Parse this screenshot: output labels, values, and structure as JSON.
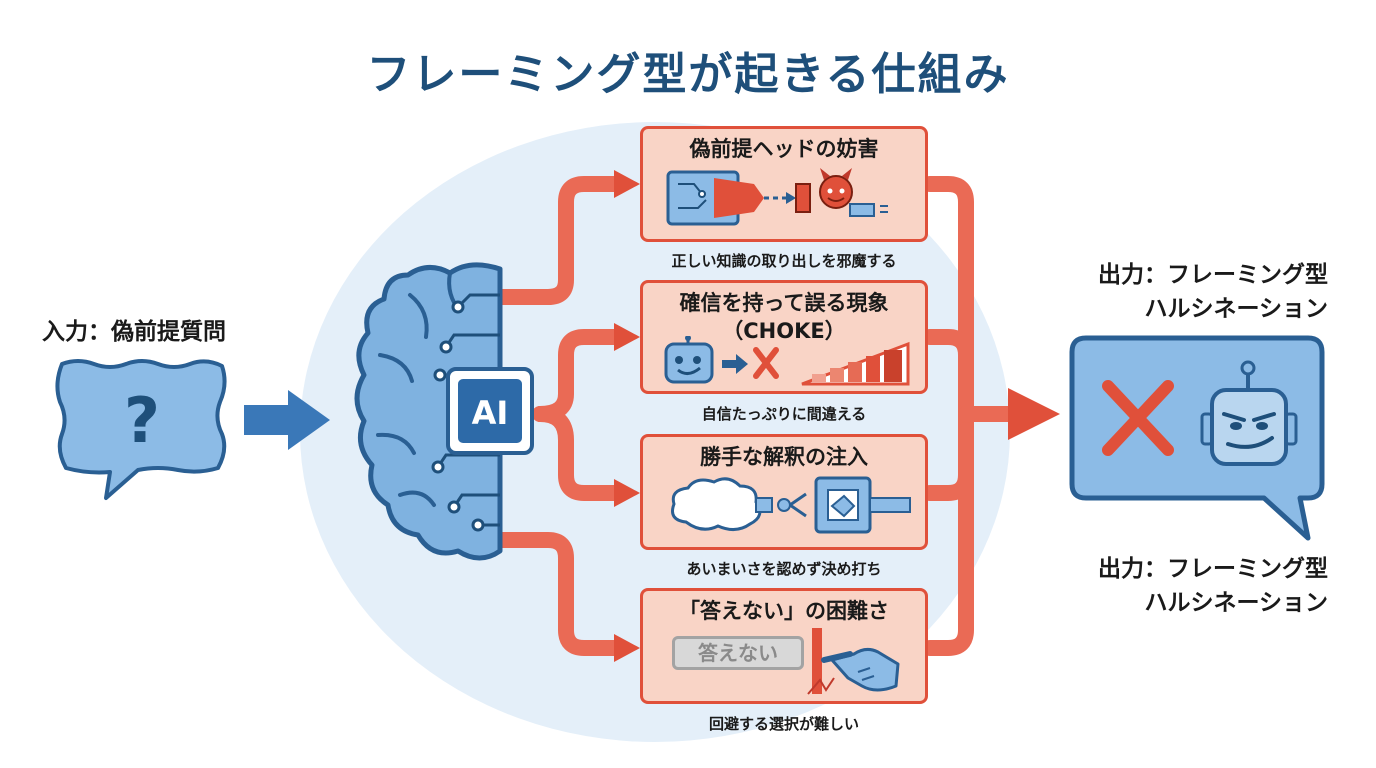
{
  "title": "フレーミング型が起きる仕組み",
  "input": {
    "label": "入力：偽前提質問",
    "symbol": "?"
  },
  "ai_chip": "AI",
  "mechanisms": [
    {
      "title": "偽前提ヘッドの妨害",
      "caption": "正しい知識の取り出しを邪魔する"
    },
    {
      "title": "確信を持って誤る現象",
      "subtitle": "（CHOKE）",
      "caption": "自信たっぷりに間違える"
    },
    {
      "title": "勝手な解釈の注入",
      "caption": "あいまいさを認めず決め打ち"
    },
    {
      "title": "「答えない」の困難さ",
      "caption": "回避する選択が難しい",
      "button_text": "答えない"
    }
  ],
  "output": {
    "label_line1": "出力：フレーミング型",
    "label_line2": "ハルシネーション"
  },
  "colors": {
    "title": "#1e4f7a",
    "blue": "#3f7fbf",
    "light_blue": "#7fb2e0",
    "red": "#e0503a",
    "box_fill": "#f9d4c6",
    "background_ellipse": "#e4eff9"
  },
  "icons": [
    "question-bubble-icon",
    "brain-circuit-icon",
    "devil-icon",
    "robot-icon",
    "cross-icon",
    "cloud-icon",
    "robot-hand-icon"
  ]
}
